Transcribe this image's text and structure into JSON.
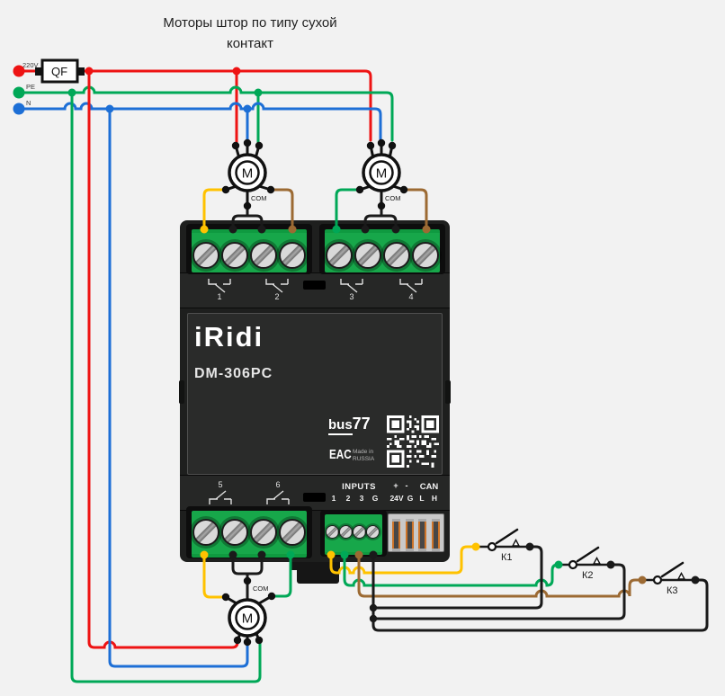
{
  "title": "Моторы штор по типу сухой контакт",
  "power": {
    "line_label": "220V",
    "pe_label": "PE",
    "n_label": "N",
    "breaker_label": "QF"
  },
  "device": {
    "brand": "iRidi",
    "model": "DM-306PC",
    "bus_logo": {
      "text": "bus",
      "number": "77"
    },
    "eac_mark": "EAC",
    "made_in": {
      "line1": "Made in",
      "line2": "RUSSIA"
    },
    "relays_top": [
      "1",
      "2",
      "3",
      "4"
    ],
    "relays_bottom": [
      "5",
      "6"
    ],
    "inputs": {
      "label": "INPUTS",
      "pins": [
        "1",
        "2",
        "3",
        "G"
      ]
    },
    "power_can": {
      "plus": "+",
      "minus": "-",
      "can": "CAN",
      "row2": [
        "24V",
        "G",
        "L",
        "H"
      ]
    }
  },
  "motors": {
    "letter": "M",
    "com": "COM"
  },
  "switches": {
    "k1": "К1",
    "k2": "К2",
    "k3": "К3"
  },
  "colors": {
    "wire_red": "#ee1313",
    "wire_green": "#00a857",
    "wire_blue": "#1d6fd6",
    "wire_yellow": "#ffc200",
    "wire_brown": "#9c6a33",
    "wire_black": "#1a1a1a",
    "terminal_green": "#17a74a",
    "device_body": "#1e1f1e",
    "background": "#f2f2f2"
  }
}
